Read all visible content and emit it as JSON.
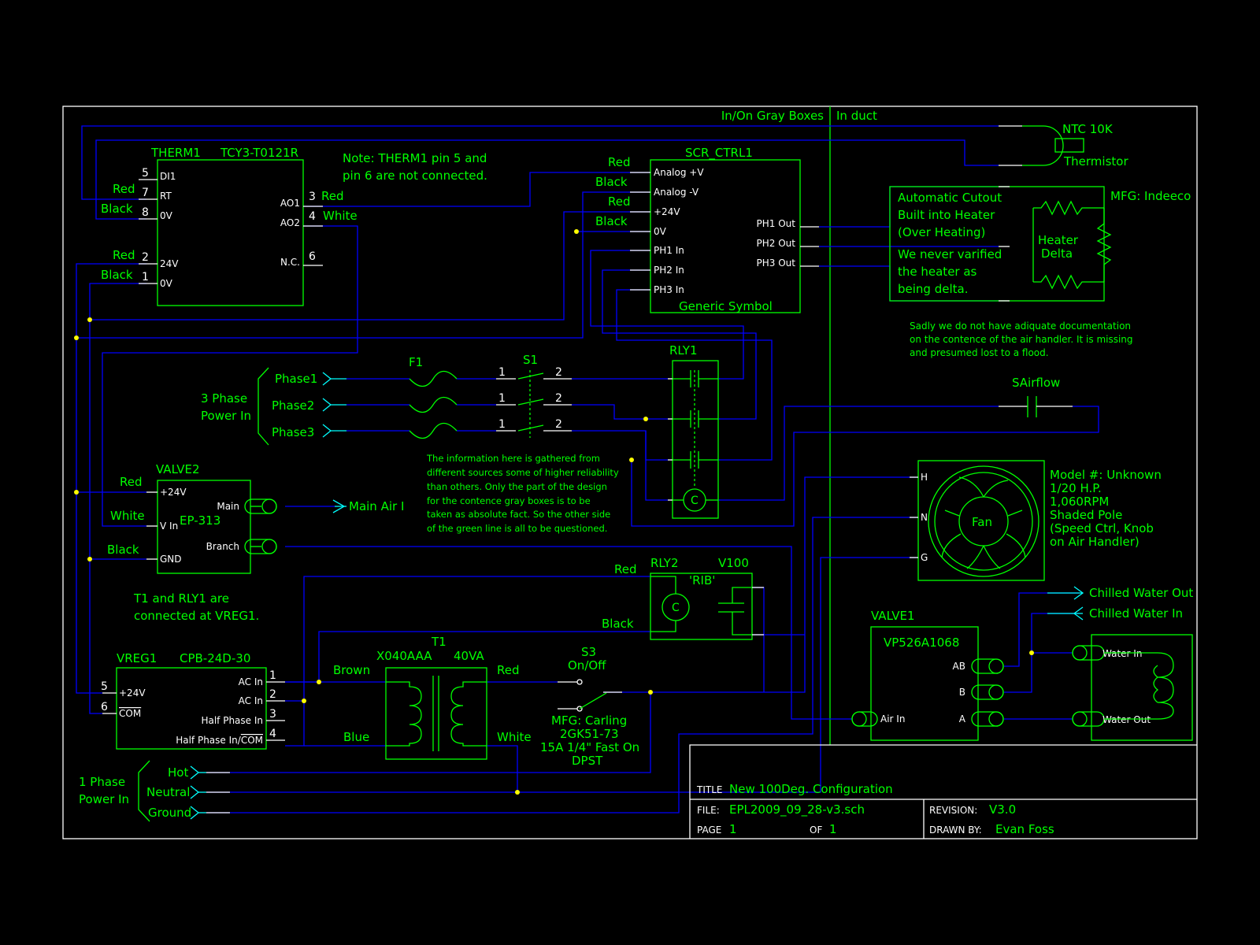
{
  "colors": {
    "wire": "#0000ff",
    "symbol": "#00ff00",
    "pin": "#ffffff",
    "junction": "#ffff00",
    "background": "#000000"
  },
  "regions": {
    "left_label": "In/On Gray Boxes",
    "right_label": "In duct"
  },
  "therm1": {
    "ref": "THERM1",
    "part": "TCY3-T0121R",
    "pins": {
      "p5": "5",
      "p7": "7",
      "p8": "8",
      "p2": "2",
      "p1": "1",
      "p3": "3",
      "p4": "4",
      "p6": "6"
    },
    "pin_names": {
      "di1": "DI1",
      "rt": "RT",
      "ov1": "0V",
      "v24": "24V",
      "ov2": "0V",
      "ao1": "AO1",
      "ao2": "AO2",
      "nc": "N.C."
    },
    "wires": {
      "red1": "Red",
      "black1": "Black",
      "red2": "Red",
      "black2": "Black",
      "red3": "Red",
      "white": "White"
    }
  },
  "note1": {
    "line1": "Note: THERM1 pin 5 and",
    "line2": "pin 6 are not connected."
  },
  "scr": {
    "ref": "SCR_CTRL1",
    "footer": "Generic Symbol",
    "pins": {
      "analog_p": "Analog +V",
      "analog_m": "Analog -V",
      "v24": "+24V",
      "ov": "0V",
      "ph1in": "PH1 In",
      "ph2in": "PH2 In",
      "ph3in": "PH3 In",
      "ph1out": "PH1 Out",
      "ph2out": "PH2 Out",
      "ph3out": "PH3 Out"
    },
    "wires": {
      "red1": "Red",
      "black1": "Black",
      "red2": "Red",
      "black2": "Black"
    }
  },
  "thermistor": {
    "name": "NTC 10K",
    "label": "Thermistor"
  },
  "heater": {
    "cutout1": "Automatic Cutout",
    "cutout2": "Built into Heater",
    "cutout3": "(Over Heating)",
    "note1": "We never varified",
    "note2": "the heater as",
    "note3": "being delta.",
    "mfg": "MFG: Indeeco",
    "name1": "Heater",
    "name2": "Delta"
  },
  "note_doc": {
    "l1": "Sadly we do not have adiquate documentation",
    "l2": "on the contence of the air handler. It is missing",
    "l3": "and presumed lost to a flood."
  },
  "power3": {
    "label1": "3 Phase",
    "label2": "Power In",
    "p1": "Phase1",
    "p2": "Phase2",
    "p3": "Phase3",
    "fuse": "F1",
    "switch": "S1",
    "sw1": "1",
    "sw2": "2"
  },
  "rly1": {
    "ref": "RLY1",
    "coil": "C"
  },
  "sairflow": {
    "label": "SAirflow"
  },
  "valve2": {
    "ref": "VALVE2",
    "part": "EP-313",
    "pins": {
      "v24": "+24V",
      "vin": "V In",
      "gnd": "GND",
      "main": "Main",
      "branch": "Branch"
    },
    "wires": {
      "red": "Red",
      "white": "White",
      "black": "Black"
    },
    "main_air": "Main Air I"
  },
  "note_info": {
    "l1": "The information here is gathered from",
    "l2": "different sources some of higher reliability",
    "l3": "than others. Only the part of the design",
    "l4": "for the contence gray boxes is to be",
    "l5": "taken as absolute fact. So the other side",
    "l6": "of the green line is all to be questioned."
  },
  "fan": {
    "label": "Fan",
    "h": "H",
    "n": "N",
    "g": "G",
    "m1": "Model #: Unknown",
    "m2": "1/20 H.P.",
    "m3": "1,060RPM",
    "m4": "Shaded Pole",
    "m5": "(Speed Ctrl, Knob",
    "m6": "on Air Handler)"
  },
  "note_t1": {
    "l1": "T1 and RLY1 are",
    "l2": "connected at VREG1."
  },
  "rly2": {
    "ref": "RLY2",
    "ref2": "V100",
    "rib": "'RIB'",
    "coil": "C",
    "red": "Red",
    "black": "Black"
  },
  "valve1": {
    "ref": "VALVE1",
    "part": "VP526A1068",
    "ab": "AB",
    "b": "B",
    "a": "A",
    "airin": "Air In",
    "cw_out": "Chilled Water Out",
    "cw_in": "Chilled Water In",
    "water_in": "Water In",
    "water_out": "Water Out"
  },
  "vreg1": {
    "ref": "VREG1",
    "part": "CPB-24D-30",
    "pins": {
      "ac1": "AC In",
      "ac2": "AC In",
      "hp": "Half Phase In",
      "hpc": "Half Phase In/",
      "com_bar": "COM",
      "v24": "+24V",
      "com": "COM"
    },
    "nums": {
      "n1": "1",
      "n2": "2",
      "n3": "3",
      "n4": "4",
      "n5": "5",
      "n6": "6"
    }
  },
  "t1": {
    "ref": "T1",
    "part": "X040AAA",
    "rating": "40VA",
    "brown": "Brown",
    "blue": "Blue",
    "red": "Red",
    "white": "White"
  },
  "s3": {
    "ref": "S3",
    "label": "On/Off",
    "mfg1": "MFG: Carling",
    "mfg2": "2GK51-73",
    "mfg3": "15A 1/4\" Fast On",
    "mfg4": "DPST"
  },
  "power1": {
    "label1": "1 Phase",
    "label2": "Power In",
    "hot": "Hot",
    "neutral": "Neutral",
    "ground": "Ground"
  },
  "title_block": {
    "title_lbl": "TITLE",
    "title": "New 100Deg. Configuration",
    "file_lbl": "FILE:",
    "file": "EPL2009_09_28-v3.sch",
    "rev_lbl": "REVISION:",
    "rev": "V3.0",
    "page_lbl": "PAGE",
    "page": "1",
    "of_lbl": "OF",
    "of": "1",
    "drawn_lbl": "DRAWN BY:",
    "drawn": "Evan Foss"
  }
}
